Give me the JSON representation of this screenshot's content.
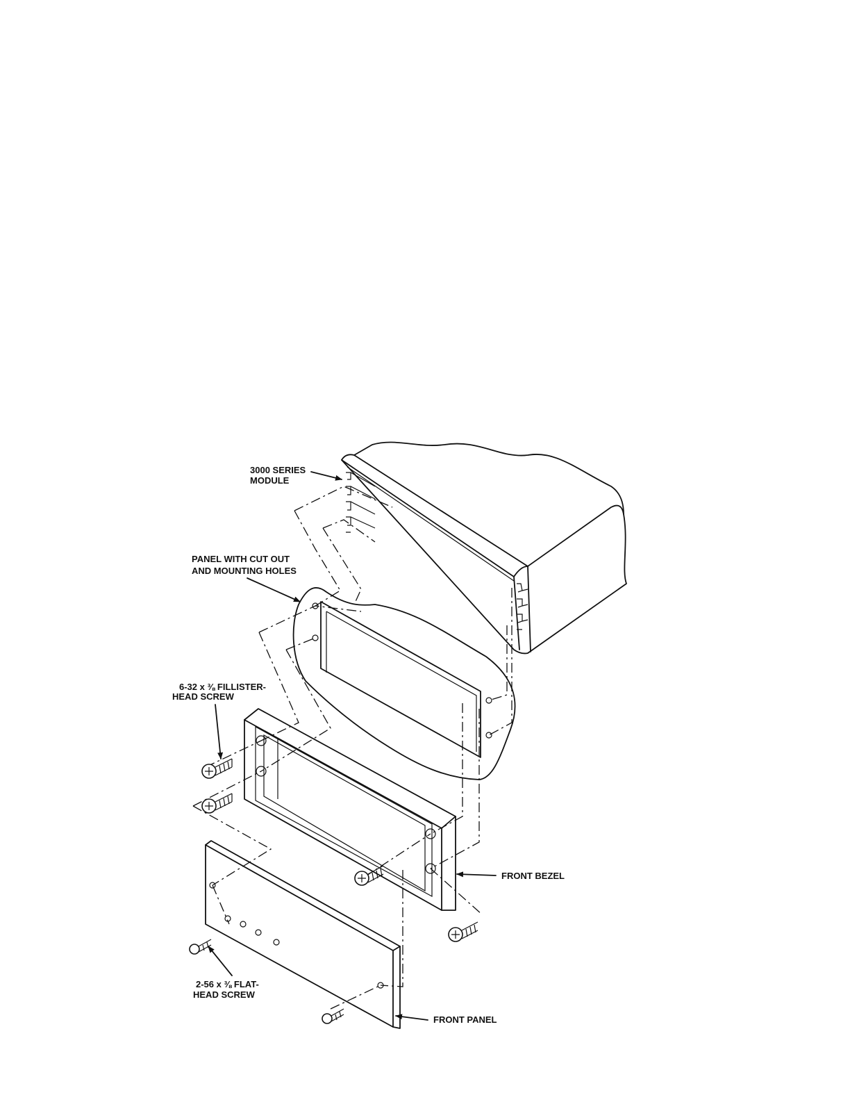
{
  "labels": {
    "module_line1": "3000 SERIES",
    "module_line2": "MODULE",
    "panel_line1": "PANEL WITH CUT OUT",
    "panel_line2": "AND MOUNTING HOLES",
    "fillister_line1": "6-32 x ⅜ FILLISTER-",
    "fillister_line2": "HEAD SCREW",
    "bezel": "FRONT BEZEL",
    "flathead_line1": "2-56 x ⅜ FLAT-",
    "flathead_line2": "HEAD SCREW",
    "front_panel": "FRONT PANEL"
  }
}
